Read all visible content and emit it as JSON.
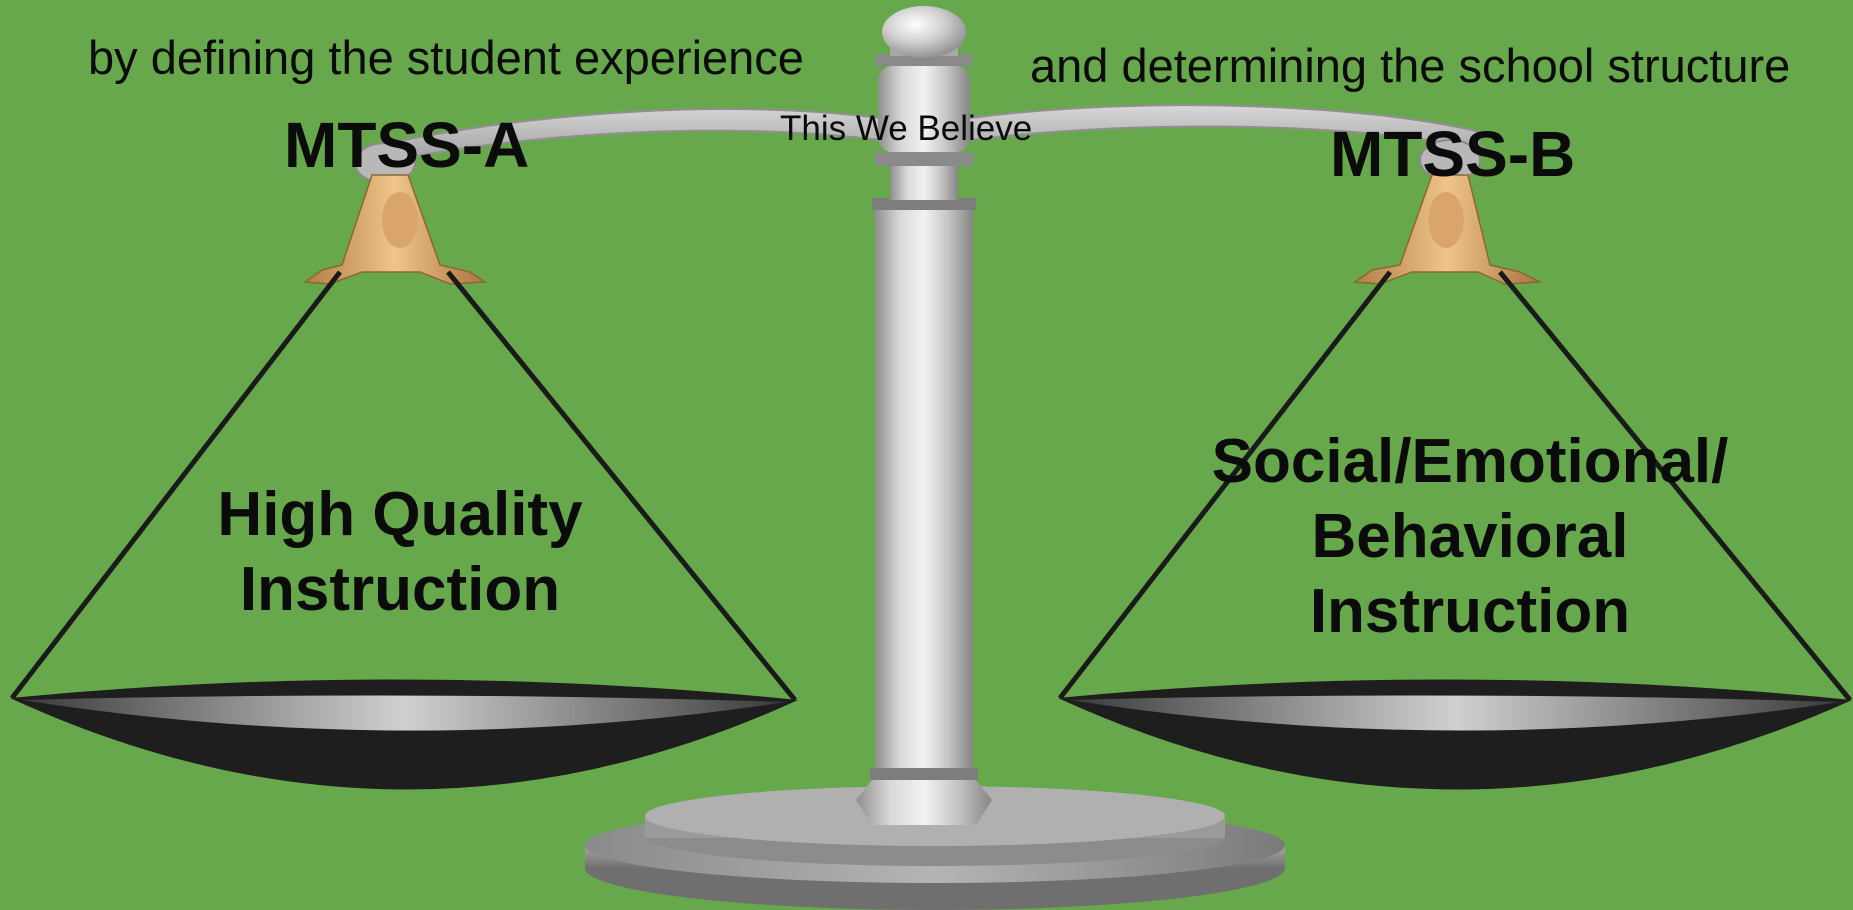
{
  "captions": {
    "left": "by defining the student experience",
    "right": "and determining the school structure"
  },
  "center_label": "This We Believe",
  "pans": {
    "left": {
      "title": "MTSS-A",
      "lines": [
        "High Quality",
        "Instruction"
      ]
    },
    "right": {
      "title": "MTSS-B",
      "lines": [
        "Social/Emotional/",
        "Behavioral",
        "Instruction"
      ]
    }
  },
  "colors": {
    "background": "#68a84c",
    "metal": "#c8c8c8",
    "metal_dark": "#8a8a8a",
    "bronze": "#c99a5e",
    "pan": "#1a1a1a",
    "text": "#0b0b0b"
  }
}
